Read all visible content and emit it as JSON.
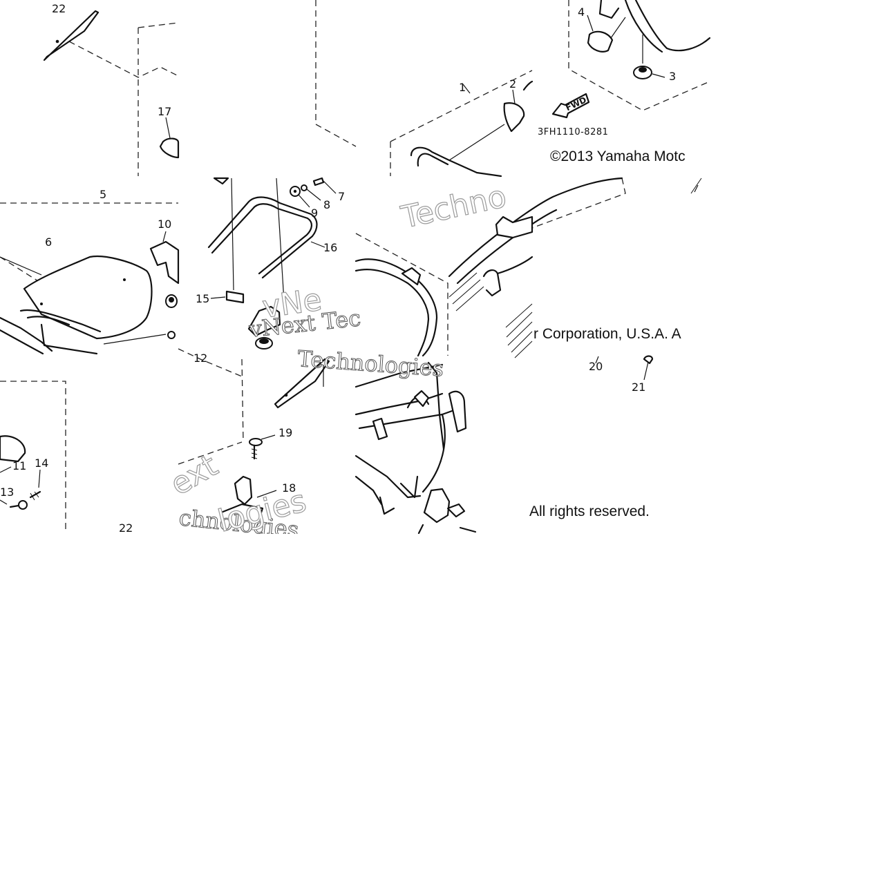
{
  "diagram": {
    "callouts": [
      {
        "id": "c22a",
        "text": "22"
      },
      {
        "id": "c17",
        "text": "17"
      },
      {
        "id": "c4",
        "text": "4"
      },
      {
        "id": "c3",
        "text": "3"
      },
      {
        "id": "c1",
        "text": "1"
      },
      {
        "id": "c2",
        "text": "2"
      },
      {
        "id": "c5",
        "text": "5"
      },
      {
        "id": "c6",
        "text": "6"
      },
      {
        "id": "c10",
        "text": "10"
      },
      {
        "id": "c7",
        "text": "7"
      },
      {
        "id": "c8",
        "text": "8"
      },
      {
        "id": "c9",
        "text": "9"
      },
      {
        "id": "c16",
        "text": "16"
      },
      {
        "id": "c15",
        "text": "15"
      },
      {
        "id": "c12",
        "text": "12"
      },
      {
        "id": "c19",
        "text": "19"
      },
      {
        "id": "c18",
        "text": "18"
      },
      {
        "id": "c11",
        "text": "11"
      },
      {
        "id": "c14",
        "text": "14"
      },
      {
        "id": "c13",
        "text": "13"
      },
      {
        "id": "c22b",
        "text": "22"
      },
      {
        "id": "c20",
        "text": "20"
      },
      {
        "id": "c21",
        "text": "21"
      }
    ],
    "fwd_label": "FWD",
    "drawing_code": "3FH1110-8281",
    "copyright_line1": "©2013 Yamaha Motc",
    "copyright_line2": "r Corporation, U.S.A. A",
    "copyright_line3": "All rights reserved.",
    "watermarks": {
      "w1": "Techno",
      "w2": "vNext Tec",
      "w3": "vNe",
      "w4": "chnologies",
      "w5": "ext",
      "w6": "logies",
      "w7": "Technologies"
    }
  }
}
